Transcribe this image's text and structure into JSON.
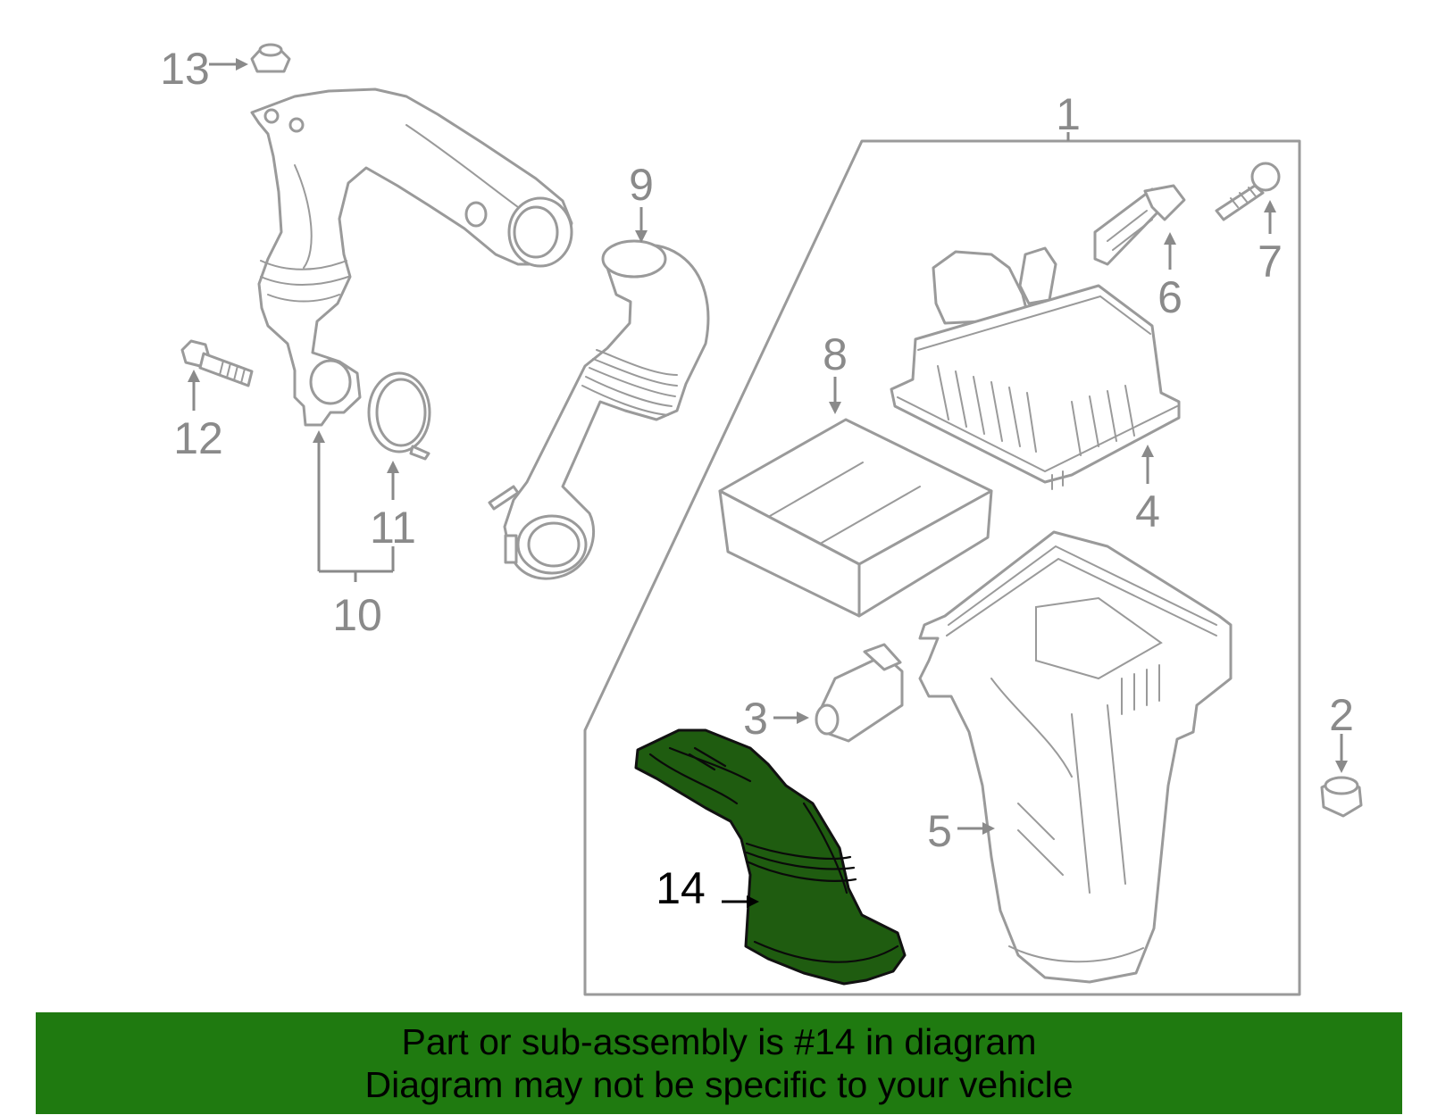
{
  "callouts": {
    "c1": "1",
    "c2": "2",
    "c3": "3",
    "c4": "4",
    "c5": "5",
    "c6": "6",
    "c7": "7",
    "c8": "8",
    "c9": "9",
    "c10": "10",
    "c11": "11",
    "c12": "12",
    "c13": "13",
    "c14": "14"
  },
  "highlight": {
    "part_number": "14",
    "color": "#1f5c10"
  },
  "banner": {
    "line1": "Part or sub-assembly is #14 in diagram",
    "line2": "Diagram may not be specific to your vehicle",
    "color": "#1f7a10"
  }
}
